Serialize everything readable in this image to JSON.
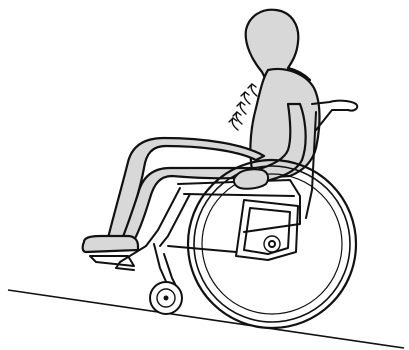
{
  "colors": {
    "figure_fill": "#d8d8d8",
    "line": "#111111",
    "background": "#ffffff"
  },
  "icons": {
    "figure": "seated-person-silhouette",
    "chair": "wheelchair",
    "motion": "lean-forward-arrows",
    "ground": "incline-ramp"
  }
}
